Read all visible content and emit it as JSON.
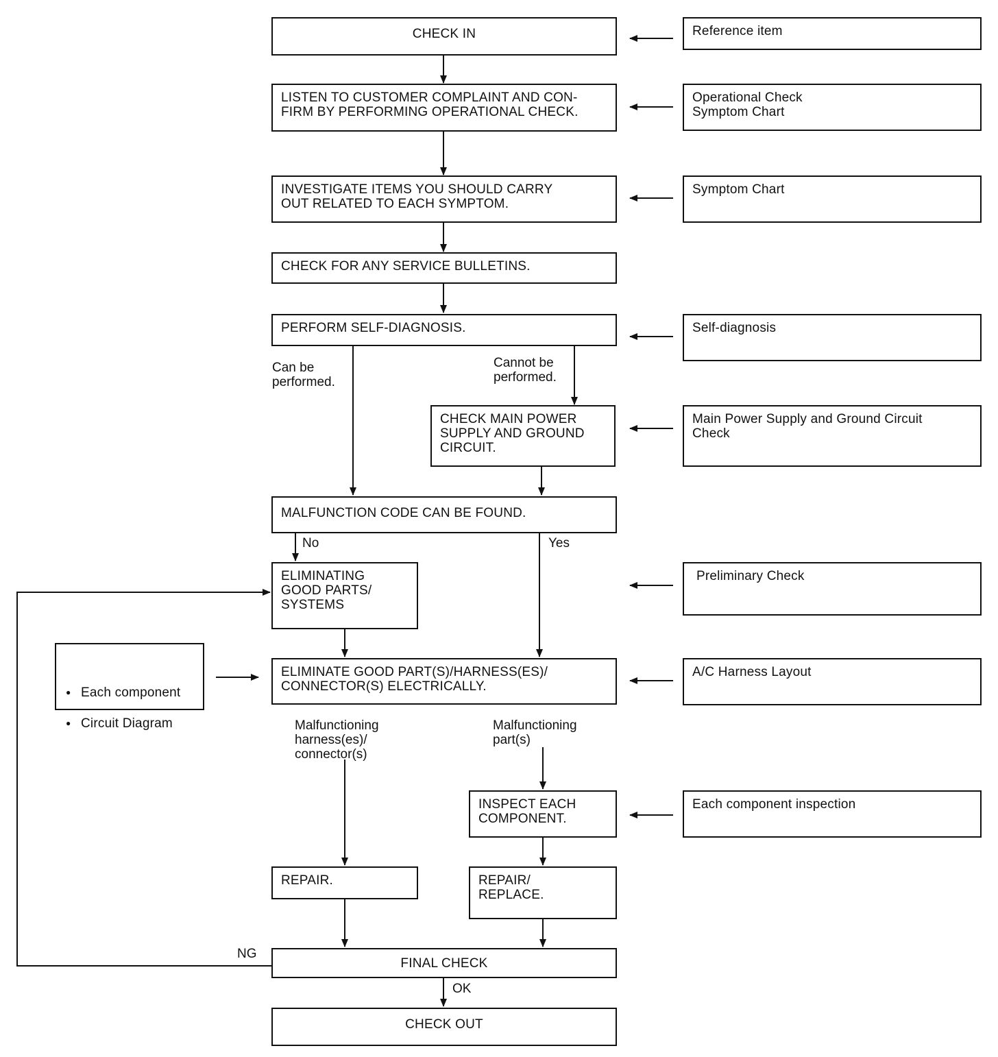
{
  "steps": {
    "check_in": "CHECK IN",
    "listen": "LISTEN TO CUSTOMER COMPLAINT AND CON-\nFIRM BY PERFORMING OPERATIONAL CHECK.",
    "investigate": "INVESTIGATE ITEMS YOU SHOULD CARRY\nOUT RELATED TO EACH SYMPTOM.",
    "bulletins": "CHECK FOR ANY SERVICE BULLETINS.",
    "self_diag": "PERFORM SELF-DIAGNOSIS.",
    "main_power": "CHECK MAIN POWER\nSUPPLY AND GROUND\nCIRCUIT.",
    "code_found": "MALFUNCTION CODE CAN BE FOUND.",
    "eliminating": "ELIMINATING\nGOOD PARTS/\nSYSTEMS",
    "eliminate_elec": "ELIMINATE GOOD PART(S)/HARNESS(ES)/\nCONNECTOR(S) ELECTRICALLY.",
    "inspect": "INSPECT EACH\nCOMPONENT.",
    "repair": "REPAIR.",
    "repair_replace": "REPAIR/\nREPLACE.",
    "final_check": "FINAL CHECK",
    "check_out": "CHECK OUT"
  },
  "references": {
    "reference_item": "Reference item",
    "op_check": "Operational Check\nSymptom Chart",
    "symptom_chart": "Symptom Chart",
    "self_diagnosis": "Self-diagnosis",
    "main_power_check": "Main Power Supply and Ground Circuit\nCheck",
    "preliminary": "Preliminary Check",
    "harness_layout": "A/C Harness Layout",
    "component_inspection": "Each component inspection"
  },
  "side_list": [
    "Each component",
    "Circuit Diagram"
  ],
  "labels": {
    "can_perform": "Can be\nperformed.",
    "cannot_perform": "Cannot be\nperformed.",
    "no": "No",
    "yes": "Yes",
    "malf_harness": "Malfunctioning\nharness(es)/\nconnector(s)",
    "malf_parts": "Malfunctioning\npart(s)",
    "ng": "NG",
    "ok": "OK"
  }
}
